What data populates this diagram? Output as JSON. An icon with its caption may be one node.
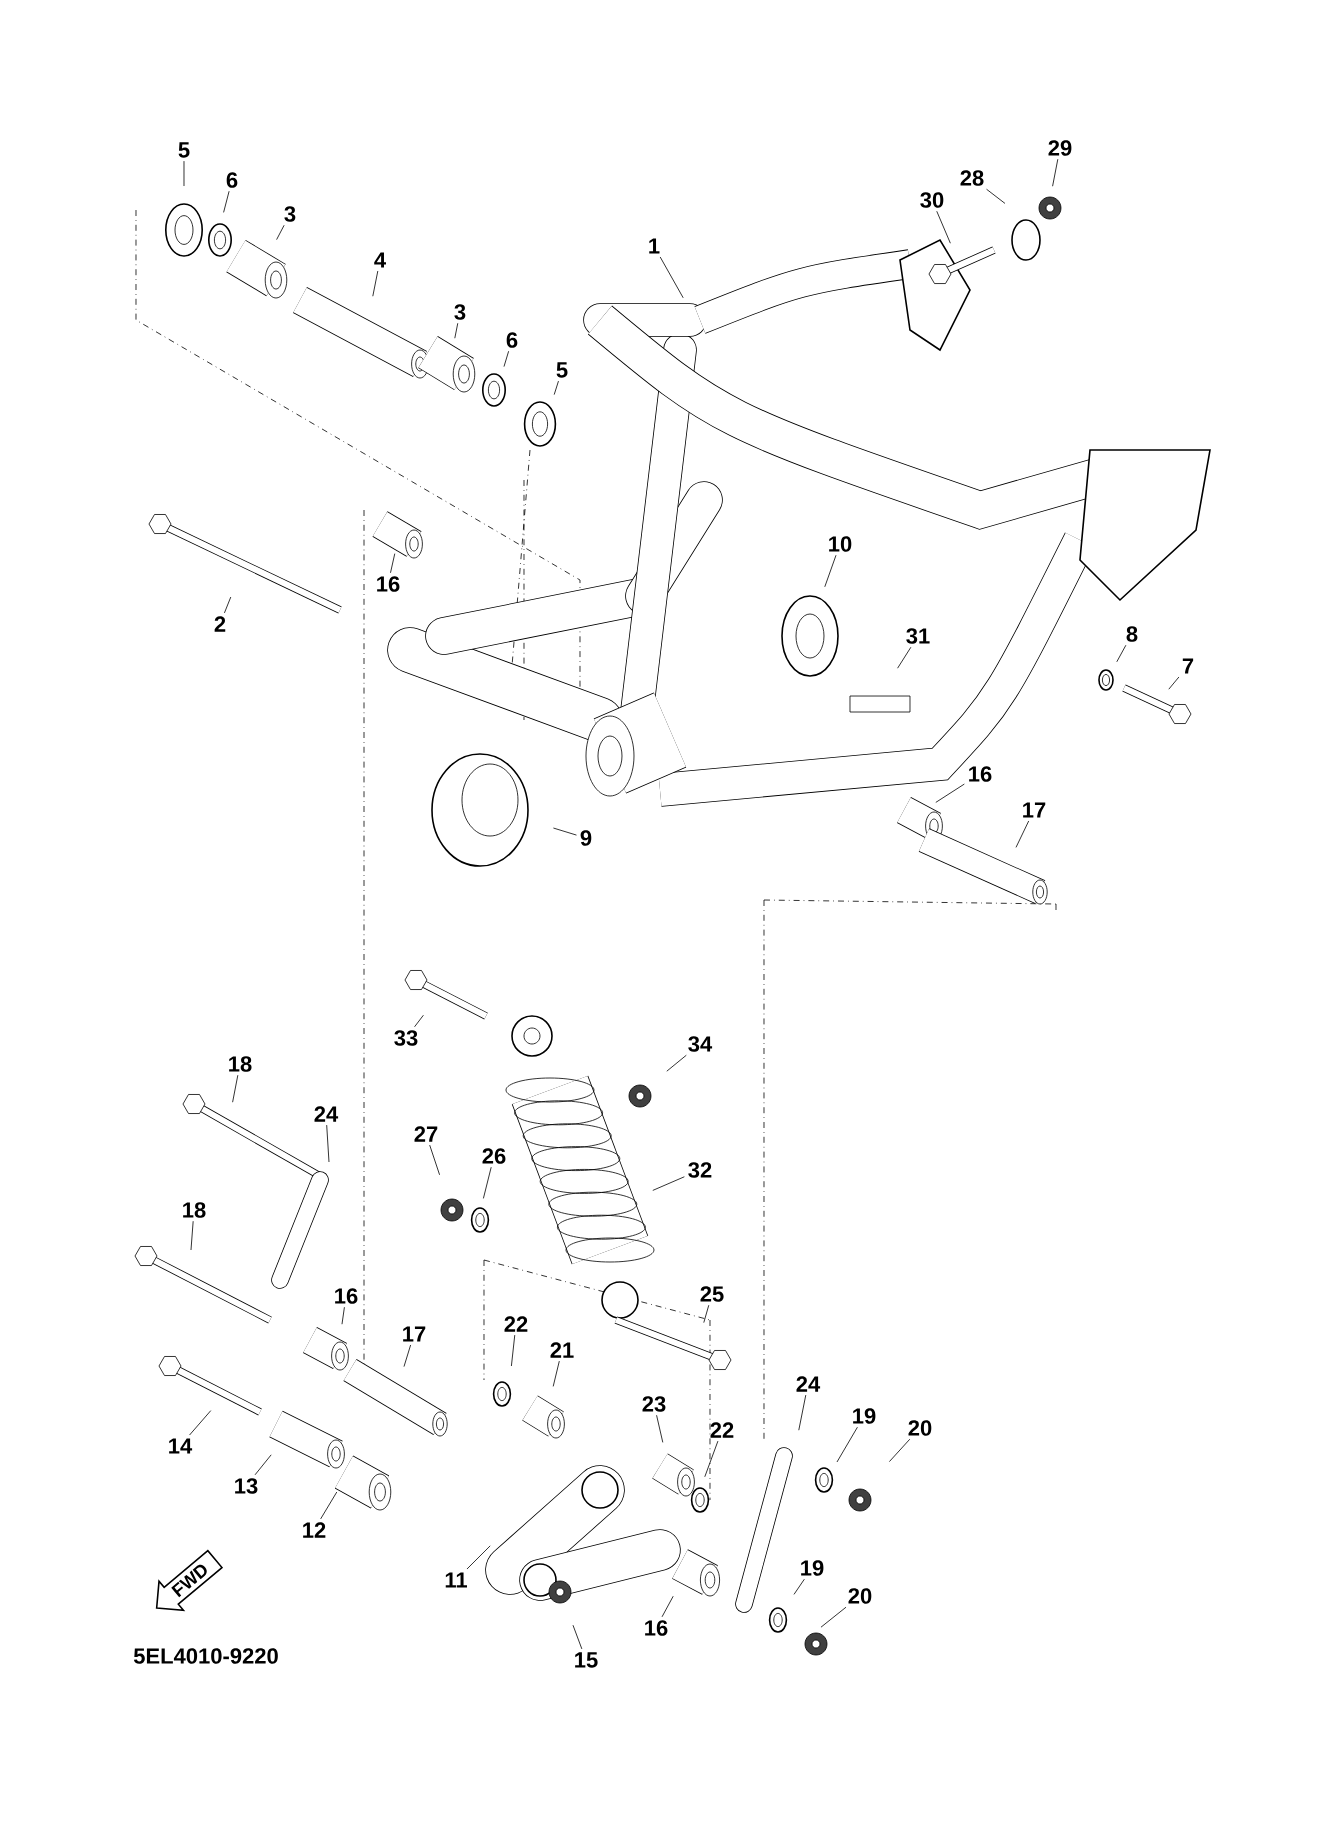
{
  "diagram": {
    "nodes": [
      {
        "text": [
          "5"
        ]
      },
      {
        "text": [
          "6"
        ]
      },
      {
        "text": [
          "3"
        ]
      },
      {
        "text": [
          "4"
        ]
      },
      {
        "text": [
          "1"
        ]
      },
      {
        "text": [
          "3"
        ]
      },
      {
        "text": [
          "6"
        ]
      },
      {
        "text": [
          "5"
        ]
      },
      {
        "text": [
          "29"
        ]
      },
      {
        "text": [
          "28"
        ]
      },
      {
        "text": [
          "30"
        ]
      },
      {
        "text": [
          "10"
        ]
      },
      {
        "text": [
          "16"
        ]
      },
      {
        "text": [
          "2"
        ]
      },
      {
        "text": [
          "31"
        ]
      },
      {
        "text": [
          "8"
        ]
      },
      {
        "text": [
          "7"
        ]
      },
      {
        "text": [
          "16"
        ]
      },
      {
        "text": [
          "17"
        ]
      },
      {
        "text": [
          "9"
        ]
      },
      {
        "text": [
          "33"
        ]
      },
      {
        "text": [
          "34"
        ]
      },
      {
        "text": [
          "18"
        ]
      },
      {
        "text": [
          "24"
        ]
      },
      {
        "text": [
          "27"
        ]
      },
      {
        "text": [
          "26"
        ]
      },
      {
        "text": [
          "32"
        ]
      },
      {
        "text": [
          "18"
        ]
      },
      {
        "text": [
          "25"
        ]
      },
      {
        "text": [
          "16"
        ]
      },
      {
        "text": [
          "17"
        ]
      },
      {
        "text": [
          "22"
        ]
      },
      {
        "text": [
          "21"
        ]
      },
      {
        "text": [
          "24"
        ]
      },
      {
        "text": [
          "23"
        ]
      },
      {
        "text": [
          "19"
        ]
      },
      {
        "text": [
          "22"
        ]
      },
      {
        "text": [
          "20"
        ]
      },
      {
        "text": [
          "14"
        ]
      },
      {
        "text": [
          "13"
        ]
      },
      {
        "text": [
          "12"
        ]
      },
      {
        "text": [
          "11"
        ]
      },
      {
        "text": [
          "19"
        ]
      },
      {
        "text": [
          "20"
        ]
      },
      {
        "text": [
          "16"
        ]
      },
      {
        "text": [
          "15"
        ]
      },
      {
        "text": [
          "FWD"
        ]
      }
    ],
    "edges": [
      {
        "from": 0,
        "to": null,
        "arrow": "none"
      },
      {
        "from": 1,
        "to": null,
        "arrow": "none"
      },
      {
        "from": 2,
        "to": null,
        "arrow": "none"
      },
      {
        "from": 3,
        "to": null,
        "arrow": "none"
      },
      {
        "from": 4,
        "to": null,
        "arrow": "none"
      },
      {
        "from": 5,
        "to": null,
        "arrow": "none"
      },
      {
        "from": 6,
        "to": null,
        "arrow": "none"
      },
      {
        "from": 7,
        "to": null,
        "arrow": "none"
      },
      {
        "from": 8,
        "to": null,
        "arrow": "none"
      },
      {
        "from": 9,
        "to": null,
        "arrow": "none"
      },
      {
        "from": 10,
        "to": null,
        "arrow": "none"
      },
      {
        "from": 11,
        "to": null,
        "arrow": "none"
      },
      {
        "from": 12,
        "to": null,
        "arrow": "none"
      },
      {
        "from": 13,
        "to": null,
        "arrow": "none"
      },
      {
        "from": 14,
        "to": null,
        "arrow": "none"
      },
      {
        "from": 15,
        "to": null,
        "arrow": "none"
      },
      {
        "from": 16,
        "to": null,
        "arrow": "none"
      },
      {
        "from": 17,
        "to": null,
        "arrow": "none"
      },
      {
        "from": 18,
        "to": null,
        "arrow": "none"
      },
      {
        "from": 19,
        "to": null,
        "arrow": "none"
      },
      {
        "from": 20,
        "to": null,
        "arrow": "none"
      },
      {
        "from": 21,
        "to": null,
        "arrow": "none"
      },
      {
        "from": 22,
        "to": null,
        "arrow": "none"
      },
      {
        "from": 23,
        "to": null,
        "arrow": "none"
      },
      {
        "from": 24,
        "to": null,
        "arrow": "none"
      },
      {
        "from": 25,
        "to": null,
        "arrow": "none"
      },
      {
        "from": 26,
        "to": null,
        "arrow": "none"
      },
      {
        "from": 27,
        "to": null,
        "arrow": "none"
      },
      {
        "from": 28,
        "to": null,
        "arrow": "none"
      },
      {
        "from": 29,
        "to": null,
        "arrow": "none"
      },
      {
        "from": 30,
        "to": null,
        "arrow": "none"
      },
      {
        "from": 31,
        "to": null,
        "arrow": "none"
      },
      {
        "from": 32,
        "to": null,
        "arrow": "none"
      },
      {
        "from": 33,
        "to": null,
        "arrow": "none"
      },
      {
        "from": 34,
        "to": null,
        "arrow": "none"
      },
      {
        "from": 35,
        "to": null,
        "arrow": "none"
      },
      {
        "from": 36,
        "to": null,
        "arrow": "none"
      },
      {
        "from": 37,
        "to": null,
        "arrow": "none"
      },
      {
        "from": 38,
        "to": null,
        "arrow": "none"
      },
      {
        "from": 39,
        "to": null,
        "arrow": "none"
      },
      {
        "from": 40,
        "to": null,
        "arrow": "none"
      },
      {
        "from": 41,
        "to": null,
        "arrow": "none"
      },
      {
        "from": 42,
        "to": null,
        "arrow": "none"
      },
      {
        "from": 43,
        "to": null,
        "arrow": "none"
      },
      {
        "from": 44,
        "to": null,
        "arrow": "none"
      },
      {
        "from": 45,
        "to": null,
        "arrow": "none"
      }
    ],
    "labels": [
      "5EL4010-9220"
    ]
  }
}
